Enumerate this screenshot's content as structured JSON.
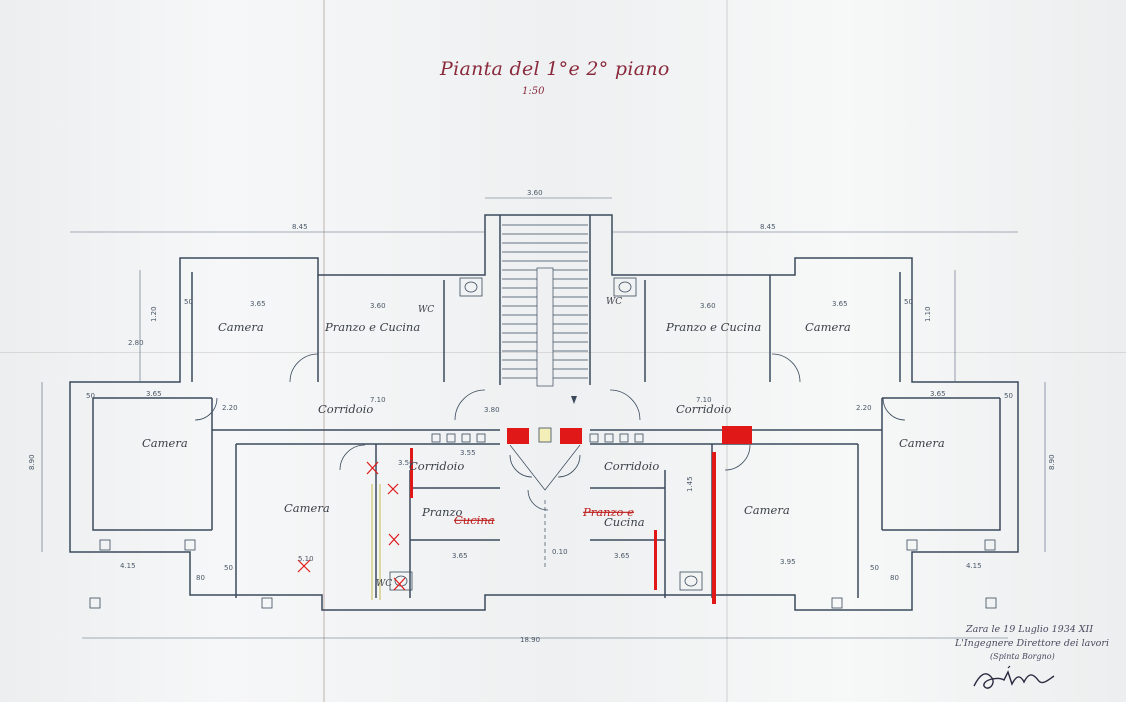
{
  "title": "Pianta del 1°e 2° piano",
  "scale": "1:50",
  "signature_block": {
    "line1": "Zara le 19 Luglio 1934 XII",
    "line2": "L'Ingegnere Direttore dei lavori",
    "line3": "(Spinta Borgno)"
  },
  "rooms": {
    "camera_top_left": "Camera",
    "pranzo_top_left": "Pranzo e Cucina",
    "wc_top_left": "WC",
    "wc_top_right": "WC",
    "pranzo_top_right": "Pranzo e Cucina",
    "camera_top_right": "Camera",
    "corridoio_upper_left": "Corridoio",
    "corridoio_upper_right": "Corridoio",
    "camera_mid_left": "Camera",
    "camera_mid_right": "Camera",
    "corridoio_lower_left": "Corridoio",
    "corridoio_lower_right": "Corridoio",
    "camera_low_left": "Camera",
    "camera_low_right": "Camera",
    "pranzo_low_left": "Pranzo",
    "pranzo_low_left_struck": "Cucina",
    "pranzo_low_right_struck": "Pranzo e",
    "cucina_low_right": "Cucina",
    "wc_low_left": "WC"
  },
  "dimensions": {
    "stair_width": "3.60",
    "total_width": "18.90",
    "left_span": "8.45",
    "right_span": "8.45",
    "depth_left": "8.90",
    "depth_right": "8.90",
    "camera_tl": "3.65",
    "pranzo_tl": "3.60",
    "pranzo_tr": "3.60",
    "camera_tr": "3.65",
    "corr_left": "7.10",
    "corr_right": "7.10",
    "side_left": "3.65",
    "side_right": "3.65",
    "corr_low": "3.55",
    "corr_low_alt": "3.50",
    "pranzo_low_l": "3.65",
    "pranzo_low_r": "3.65",
    "camera_low_r": "3.95",
    "camera_low_l": "5.10",
    "front_left": "4.15",
    "front_right": "4.15",
    "wing_tl": "2.80",
    "stair_landing": "3.80",
    "bay_tl": "1.20",
    "bay_tr": "1.10",
    "hall_l": "2.20",
    "hall_r": "2.20",
    "mid_dim": "0.10",
    "corr_gap": "1.45",
    "wall_50": "50",
    "wall_80": "80"
  },
  "colors": {
    "line": "#3a4a5c",
    "ink": "#8a2a3c",
    "red": "#e01818",
    "paper": "#f1f2f3"
  }
}
